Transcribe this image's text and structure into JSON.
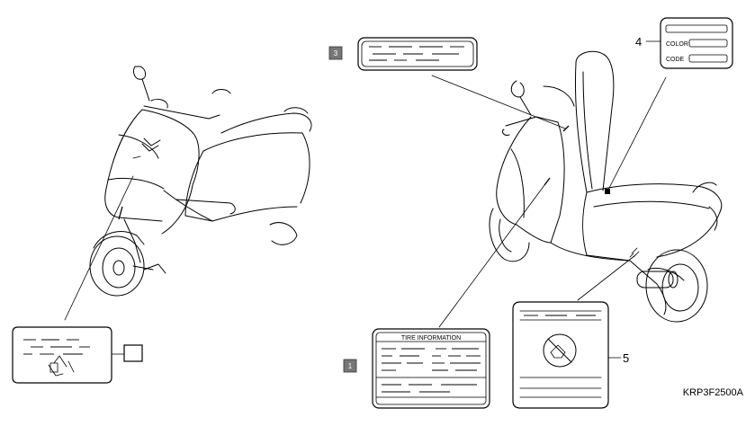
{
  "callouts": {
    "n1": "1",
    "n3": "3",
    "n4": "4",
    "n5": "5"
  },
  "labels": {
    "tire_information": "TIRE INFORMATION",
    "color": "COLOR",
    "code": "CODE"
  },
  "reference_code": "KRP3F2500A",
  "colors": {
    "line": "#000000",
    "badge": "#777777",
    "background": "#ffffff"
  }
}
